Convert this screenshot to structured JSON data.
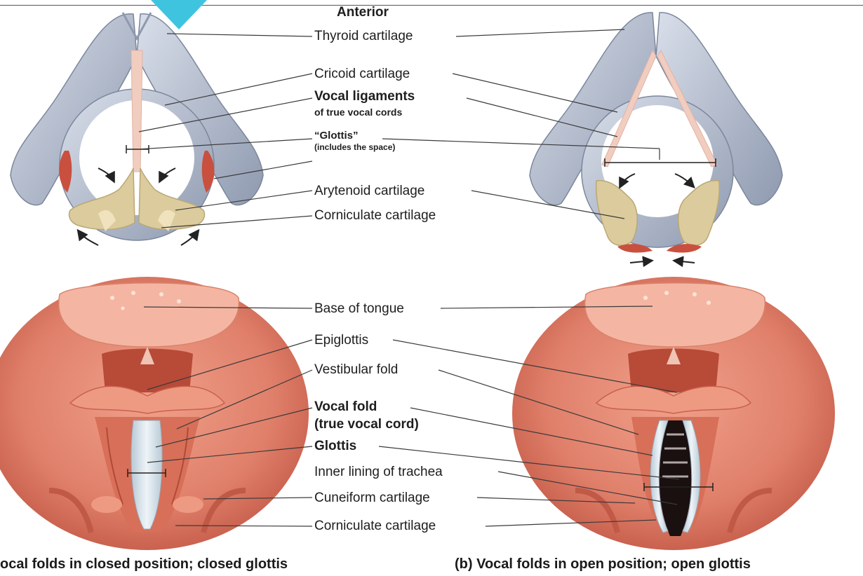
{
  "heading": "Anterior",
  "labels": {
    "thyroid": "Thyroid cartilage",
    "cricoid": "Cricoid cartilage",
    "vocal_ligaments": "Vocal ligaments",
    "vocal_ligaments_sub": "of true vocal cords",
    "glottis_top": "“Glottis”",
    "glottis_top_sub": "(includes the space)",
    "arytenoid": "Arytenoid cartilage",
    "corniculate_top": "Corniculate cartilage",
    "base_tongue": "Base of tongue",
    "epiglottis": "Epiglottis",
    "vestibular": "Vestibular fold",
    "vocal_fold": "Vocal fold",
    "vocal_fold_sub": "(true vocal cord)",
    "glottis": "Glottis",
    "inner_lining": "Inner lining of trachea",
    "cuneiform": "Cuneiform cartilage",
    "corniculate_bottom": "Corniculate cartilage"
  },
  "captions": {
    "a": "ocal folds in closed position; closed glottis",
    "b": "(b) Vocal folds in open position; open glottis"
  },
  "colors": {
    "cartilage": "#a9b3c6",
    "cartilage_light": "#dfe4ee",
    "arytenoid": "#dccb9c",
    "ligament": "#f1cdc0",
    "muscle": "#c9503e",
    "tissue": "#de806c",
    "tissue_light": "#f2ad98",
    "cord": "#d7e4ec",
    "marker": "#3fc4e0"
  }
}
